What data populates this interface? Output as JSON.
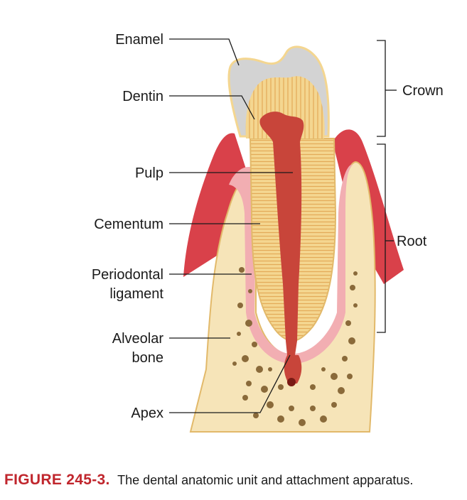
{
  "labels": {
    "enamel": "Enamel",
    "dentin": "Dentin",
    "pulp": "Pulp",
    "cementum": "Cementum",
    "periodontal_1": "Periodontal",
    "periodontal_2": "ligament",
    "alveolar_1": "Alveolar",
    "alveolar_2": "bone",
    "apex": "Apex",
    "crown": "Crown",
    "root": "Root"
  },
  "caption": {
    "number": "FIGURE 245-3.",
    "text": "The dental anatomic unit and attachment apparatus."
  },
  "colors": {
    "bone": "#f6e4b8",
    "bone_outline": "#e2b96a",
    "gum": "#d9414a",
    "gum_light": "#f2aeb2",
    "enamel": "#d3d3d3",
    "dentin": "#f4d690",
    "pulp": "#c8453a",
    "caption_red": "#c0262d"
  }
}
